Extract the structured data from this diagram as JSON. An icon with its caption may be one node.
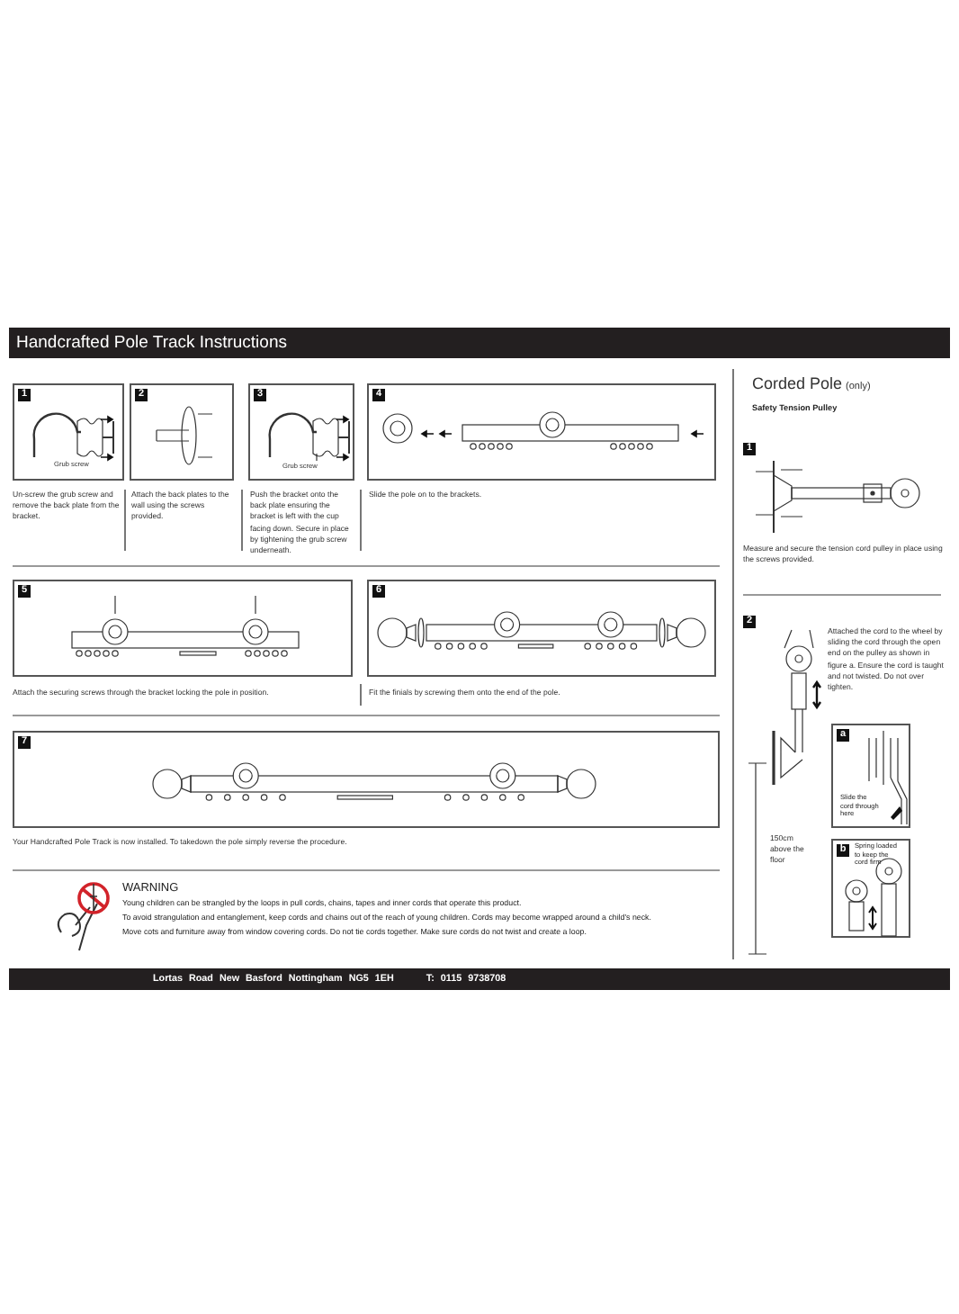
{
  "diagram": {
    "title": "Handcrafted Pole Track Instructions",
    "nodes": [
      {
        "text": [
          "1"
        ],
        "beside": [
          "Un-screw the grub screw and remove the back plate from the bracket."
        ]
      },
      {
        "text": [
          "2"
        ],
        "beside": [
          "Attach the back plates to the wall using the screws provided."
        ]
      },
      {
        "text": [
          "3"
        ],
        "beside": [
          "Push the bracket onto the back plate ensuring the bracket is left with the cup facing down. Secure in place by tightening the grub screw underneath."
        ]
      },
      {
        "text": [
          "4"
        ],
        "beside": [
          "Slide the pole on to the brackets."
        ]
      },
      {
        "text": [
          "5"
        ],
        "beside": [
          "Attach the securing screws through the bracket locking the pole in position."
        ]
      },
      {
        "text": [
          "6"
        ],
        "beside": [
          "Fit the finials by screwing them onto the end of the pole."
        ]
      },
      {
        "text": [
          "7"
        ],
        "beside": [
          "Your Handcrafted Pole Track is now installed. To takedown the pole simply reverse the procedure."
        ]
      },
      {
        "text": [
          "1"
        ]
      },
      {
        "text": [
          "2"
        ]
      },
      {
        "text": [
          "a",
          "Slide the cord through here"
        ]
      },
      {
        "text": [
          "b",
          "Spring loaded to keep the cord firm"
        ]
      }
    ],
    "labels": [
      "Grub screw",
      "Grub screw",
      "Corded Pole",
      "(only)",
      "Safety Tension Pulley",
      "Measure and secure the tension cord pulley in place using the screws provided.",
      "Attached the cord to the wheel by sliding the cord through the open end on the pulley as shown in figure a. Ensure the cord is taught and not twisted. Do not over tighten.",
      "150cm above the floor",
      "WARNING",
      "Young children can be strangled by the loops in pull cords, chains, tapes and inner cords that operate this product.",
      "To avoid strangulation and entanglement, keep cords and chains out of the reach of young children. Cords may become wrapped around a child's neck.",
      "Move cots and furniture away from window covering cords. Do not tie cords together. Make sure cords do not twist and create a loop.",
      "Lortas Road New Basford Nottingham NG5 1EH",
      "T: 0115 9738708"
    ]
  }
}
